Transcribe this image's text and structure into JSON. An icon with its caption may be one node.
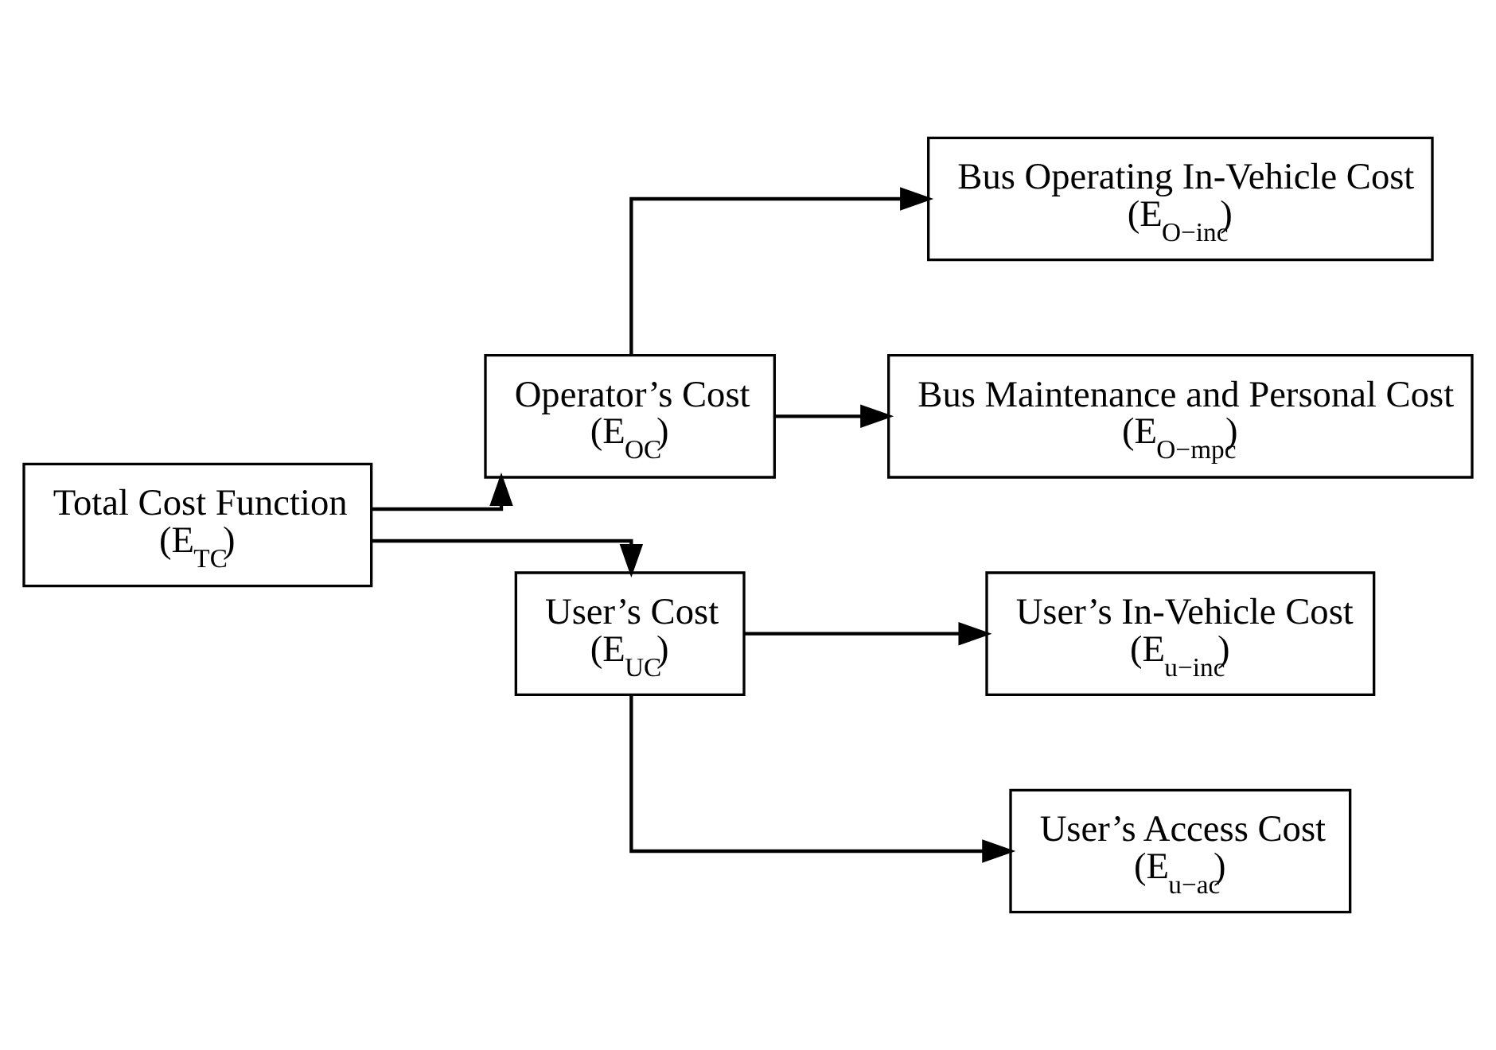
{
  "diagram": {
    "nodes": [
      {
        "text": [
          "Total Cost Function",
          "(E$_{TC}$)"
        ]
      },
      {
        "text": [
          "Operator’s Cost",
          "(E$_{OC}$)"
        ]
      },
      {
        "text": [
          "Bus Operating In-Vehicle Cost",
          "(E$_{O−inc}$)"
        ]
      },
      {
        "text": [
          "Bus Maintenance and Personal Cost",
          "(E$_{O−mpc}$)"
        ]
      },
      {
        "text": [
          "User’s Cost",
          "(E$_{UC}$)"
        ]
      },
      {
        "text": [
          "User’s In-Vehicle Cost",
          "(E$_{u−inc}$)"
        ]
      },
      {
        "text": [
          "User’s Access Cost",
          "(E$_{u−ac}$)"
        ]
      }
    ],
    "edges": [
      {
        "from": 0,
        "to": 1,
        "arrow": "to"
      },
      {
        "from": 0,
        "to": 4,
        "arrow": "to"
      },
      {
        "from": 1,
        "to": 2,
        "arrow": "to"
      },
      {
        "from": 1,
        "to": 3,
        "arrow": "to"
      },
      {
        "from": 4,
        "to": 5,
        "arrow": "to"
      },
      {
        "from": 4,
        "to": 6,
        "arrow": "to"
      }
    ]
  }
}
